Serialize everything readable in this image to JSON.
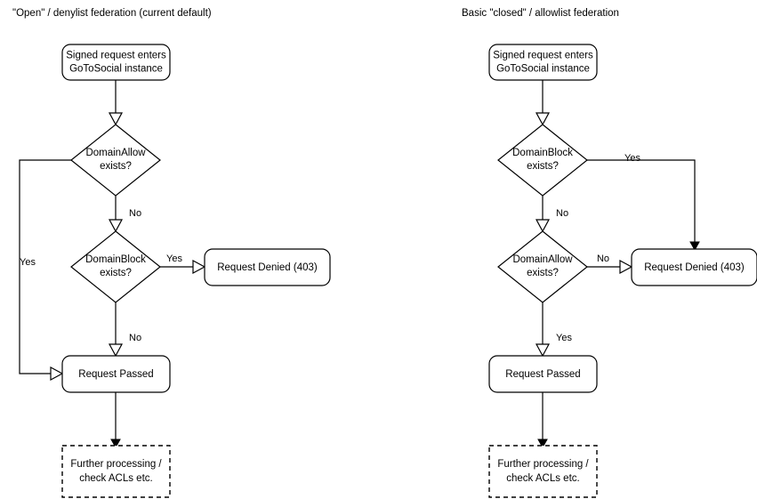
{
  "diagram": {
    "type": "flowchart",
    "panels": [
      {
        "id": "denylist",
        "title": "\"Open\" / denylist federation (current default)",
        "nodes": {
          "entry": "Signed request enters\nGoToSocial instance",
          "entry_line1": "Signed request enters",
          "entry_line2": "GoToSocial instance",
          "decision1_line1": "DomainAllow",
          "decision1_line2": "exists?",
          "decision2_line1": "DomainBlock",
          "decision2_line2": "exists?",
          "denied": "Request Denied (403)",
          "passed": "Request Passed",
          "further_line1": "Further processing /",
          "further_line2": "check ACLs etc."
        },
        "edges": {
          "decision1_yes": "Yes",
          "decision1_no": "No",
          "decision2_yes": "Yes",
          "decision2_no": "No"
        }
      },
      {
        "id": "allowlist",
        "title": "Basic \"closed\" / allowlist federation",
        "nodes": {
          "entry": "Signed request enters\nGoToSocial instance",
          "entry_line1": "Signed request enters",
          "entry_line2": "GoToSocial instance",
          "decision1_line1": "DomainBlock",
          "decision1_line2": "exists?",
          "decision2_line1": "DomainAllow",
          "decision2_line2": "exists?",
          "denied": "Request Denied (403)",
          "passed": "Request Passed",
          "further_line1": "Further processing /",
          "further_line2": "check ACLs etc."
        },
        "edges": {
          "decision1_yes": "Yes",
          "decision1_no": "No",
          "decision2_no": "No",
          "decision2_yes": "Yes"
        }
      }
    ],
    "colors": {
      "stroke": "#000000",
      "fill": "#ffffff",
      "text": "#000000",
      "background": "#ffffff"
    }
  }
}
